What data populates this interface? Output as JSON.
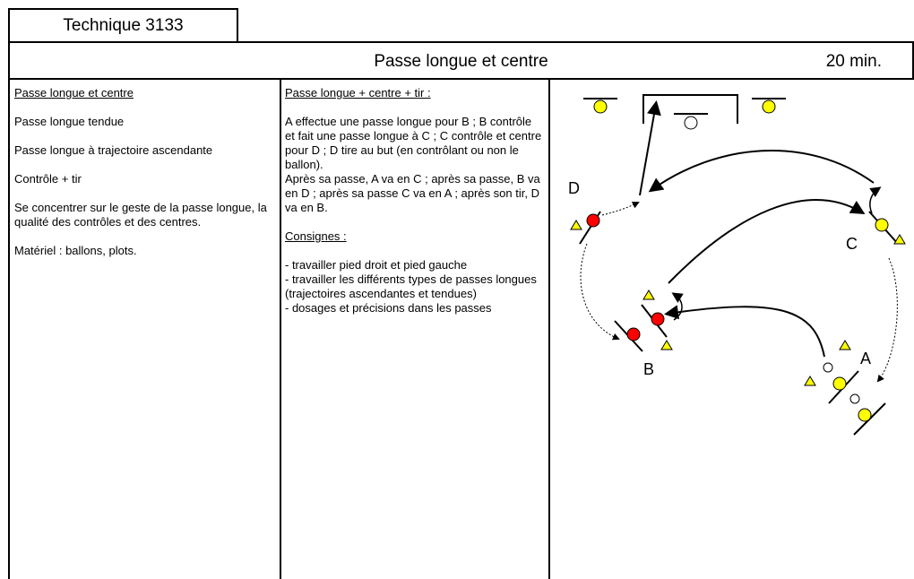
{
  "header": {
    "technique": "Technique 3133",
    "title": "Passe longue et centre",
    "duration": "20 min."
  },
  "left_column": {
    "heading": "Passe longue et centre",
    "items": [
      "Passe longue tendue",
      "Passe longue à trajectoire ascendante",
      "Contrôle + tir",
      "Se concentrer sur le geste de la passe longue, la qualité des contrôles et des centres.",
      "Matériel : ballons, plots."
    ]
  },
  "middle_column": {
    "heading": "Passe longue + centre + tir :",
    "description": [
      "A effectue une passe longue pour B ; B contrôle et fait une passe longue à C ; C contrôle et centre pour D ; D tire au but (en contrôlant ou non le ballon).",
      "Après sa passe, A va en C ; après sa passe, B va en D ; après sa passe C va en A ; après son tir, D va en B."
    ],
    "consignes_heading": "Consignes :",
    "consignes": [
      "- travailler pied droit et pied gauche",
      "- travailler les différents types de passes longues (trajectoires ascendantes et tendues)",
      "- dosages et précisions dans les passes"
    ]
  },
  "diagram": {
    "labels": {
      "a": "A",
      "b": "B",
      "c": "C",
      "d": "D"
    },
    "colors": {
      "red_player": "#ff0000",
      "yellow_player": "#ffff00",
      "cone": "#ffff00"
    }
  }
}
